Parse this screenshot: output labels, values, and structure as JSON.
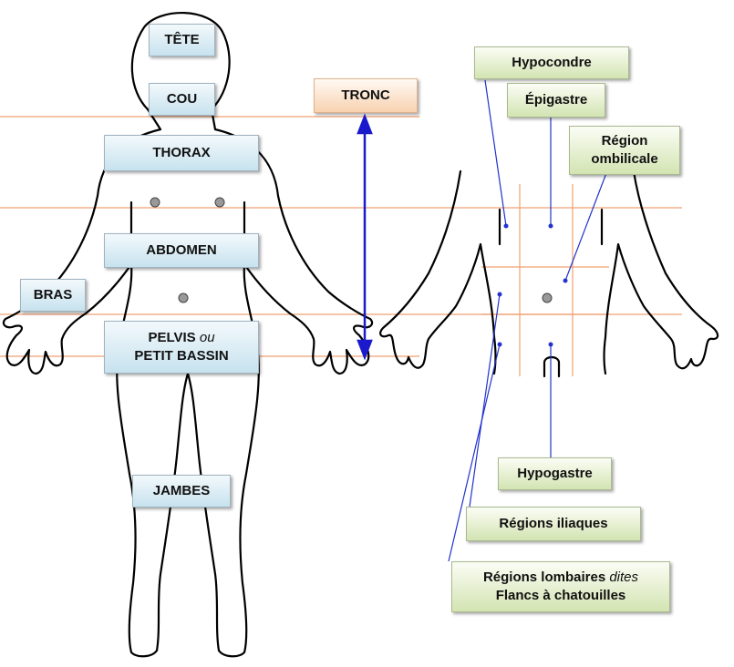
{
  "labels_left": {
    "tete": "TÊTE",
    "cou": "COU",
    "thorax": "THORAX",
    "abdomen": "ABDOMEN",
    "bras": "BRAS",
    "pelvis_a": "PELVIS",
    "pelvis_ou": "ou",
    "pelvis_b": "PETIT BASSIN",
    "jambes": "JAMBES",
    "tronc": "TRONC"
  },
  "labels_right": {
    "hypocondre": "Hypocondre",
    "epigastre": "Épigastre",
    "ombilicale_a": "Région",
    "ombilicale_b": "ombilicale",
    "hypogastre": "Hypogastre",
    "iliaques": "Régions iliaques",
    "lombaires_a": "Régions lombaires",
    "lombaires_dites": "dites",
    "lombaires_b": "Flancs à chatouilles"
  },
  "colors": {
    "outline": "#000000",
    "guide_lines": "#f0a070",
    "arrow": "#1a1acc",
    "leader_lines": "#2233cc",
    "blue_box": "#c7e2ee",
    "green_box": "#d3e4b2",
    "orange_box": "#f8d2b0"
  }
}
